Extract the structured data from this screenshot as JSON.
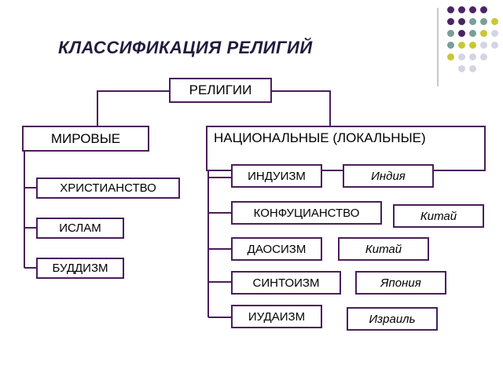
{
  "title": "КЛАССИФИКАЦИЯ РЕЛИГИЙ",
  "root": "РЕЛИГИИ",
  "world": {
    "label": "МИРОВЫЕ",
    "items": [
      "ХРИСТИАНСТВО",
      "ИСЛАМ",
      "БУДДИЗМ"
    ]
  },
  "national": {
    "label": "НАЦИОНАЛЬНЫЕ (ЛОКАЛЬНЫЕ)",
    "items": [
      {
        "religion": "ИНДУИЗМ",
        "country": "Индия"
      },
      {
        "religion": "КОНФУЦИАНСТВО",
        "country": "Китай"
      },
      {
        "religion": "ДАОСИЗМ",
        "country": "Китай"
      },
      {
        "religion": "СИНТОИЗМ",
        "country": "Япония"
      },
      {
        "religion": "ИУДАИЗМ",
        "country": "Израиль"
      }
    ]
  },
  "colors": {
    "border": "#4a1f5a",
    "dot_purple": "#4b2466",
    "dot_teal": "#7a9e9a",
    "dot_yellow": "#c8c832",
    "dot_lavender": "#d4d4e6"
  }
}
